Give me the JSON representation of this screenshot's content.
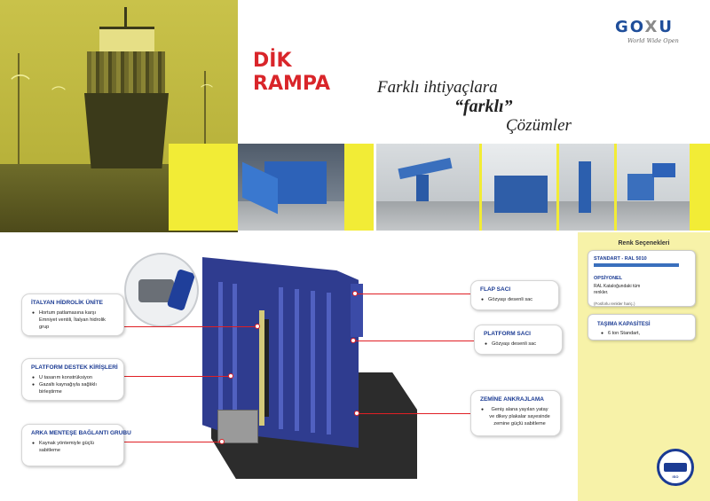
{
  "header": {
    "logo": "GOXU",
    "logo_tagline": "World Wide Open",
    "title_line1": "DİK",
    "title_line2": "RAMPA",
    "slogan_line1": "Farklı ihtiyaçlara",
    "slogan_line2": "“farklı”",
    "slogan_line3": "Çözümler"
  },
  "callouts": {
    "hydraulic": {
      "title": "İTALYAN HİDROLİK ÜNİTE",
      "items": [
        "Hortum patlamasına karşı Emniyet ventili, İtalyan hidrolik grup"
      ]
    },
    "beams": {
      "title": "PLATFORM DESTEK KİRİŞLERİ",
      "items": [
        "U tasarım konstrüksiyon",
        "Gazaltı kaynağıyla sağlıklı birleştirme"
      ]
    },
    "hinge": {
      "title": "ARKA MENTEŞE BAĞLANTI GRUBU",
      "items": [
        "Kaynak yöntemiyle güçlü sabitleme"
      ]
    },
    "flap": {
      "title": "FLAP SACI",
      "items": [
        "Gözyaşı desenli sac"
      ]
    },
    "platform": {
      "title": "PLATFORM SACI",
      "items": [
        "Gözyaşı desenli sac"
      ]
    },
    "anchor": {
      "title": "ZEMİNE ANKRAJLAMA",
      "items": [
        "Geniş alana yayılan yatay ve dikey plakalar sayesinde zemine güçlü sabitleme"
      ]
    }
  },
  "colors_panel": {
    "title": "Renk Seçenekleri",
    "standard": "STANDART - RAL 5010",
    "optional_title": "OPSİYONEL",
    "optional_desc": "RAL Kataloğundaki tüm renkler.",
    "optional_note": "(Fosforlu renkler hariç.)",
    "capacity_title": "TAŞIMA KAPASİTESİ",
    "capacity_value": "6 ton Standart,"
  },
  "colors": {
    "accent_red": "#d9252a",
    "brand_blue": "#1b3b93",
    "yellow": "#f2ec36",
    "ramp_blue": "#2f3c8f"
  }
}
